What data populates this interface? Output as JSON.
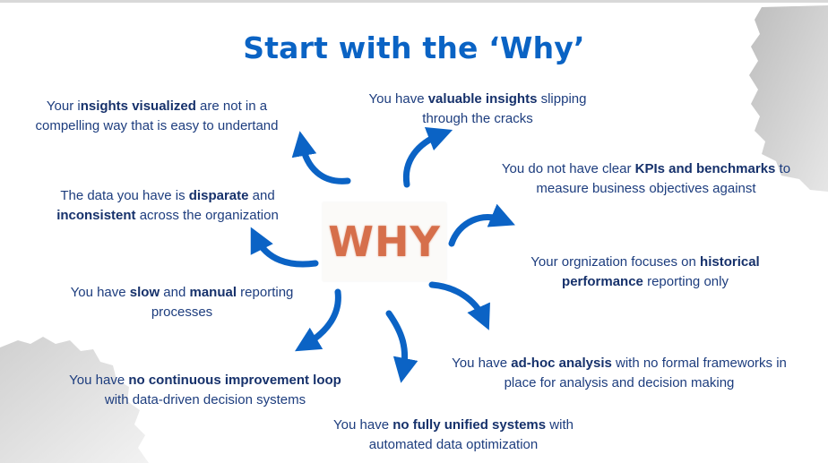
{
  "title": "Start with the ‘Why’",
  "center_label": "WHY",
  "colors": {
    "title": "#0a63c4",
    "arrow": "#0b63c5",
    "text": "#1d3d7e",
    "why": "#d66f4b"
  },
  "notes": [
    {
      "id": "insights-visualized",
      "parts": [
        "Your i",
        "nsights visualized",
        " are not in a"
      ],
      "line2": "compelling way that is easy to undertand"
    },
    {
      "id": "valuable-insights",
      "parts": [
        "You have ",
        "valuable insights",
        " slipping"
      ],
      "line2": "through the cracks"
    },
    {
      "id": "kpis",
      "parts": [
        "You do not have clear ",
        "KPIs and benchmarks",
        " to"
      ],
      "line2": "measure business objectives against"
    },
    {
      "id": "disparate",
      "parts": [
        "The data you have is ",
        "disparate",
        " and"
      ],
      "line2_parts": [
        "inconsistent",
        " across the organization"
      ]
    },
    {
      "id": "historical",
      "parts": [
        "Your orgnization focuses on ",
        "historical",
        ""
      ],
      "line2_parts": [
        "performance",
        " reporting only"
      ]
    },
    {
      "id": "slow-manual",
      "parts": [
        "You have ",
        "slow",
        " and "
      ],
      "parts_b": [
        "manual",
        " reporting"
      ],
      "line2": "processes"
    },
    {
      "id": "adhoc",
      "parts": [
        "You have ",
        "ad-hoc analysis",
        " with no formal frameworks in"
      ],
      "line2": "place for analysis and decision making"
    },
    {
      "id": "continuous",
      "parts": [
        "You  have ",
        "no continuous improvement loop",
        ""
      ],
      "line2": "with data-driven decision systems"
    },
    {
      "id": "unified",
      "parts": [
        "You have ",
        "no fully unified systems",
        " with"
      ],
      "line2": "automated data optimization"
    }
  ]
}
